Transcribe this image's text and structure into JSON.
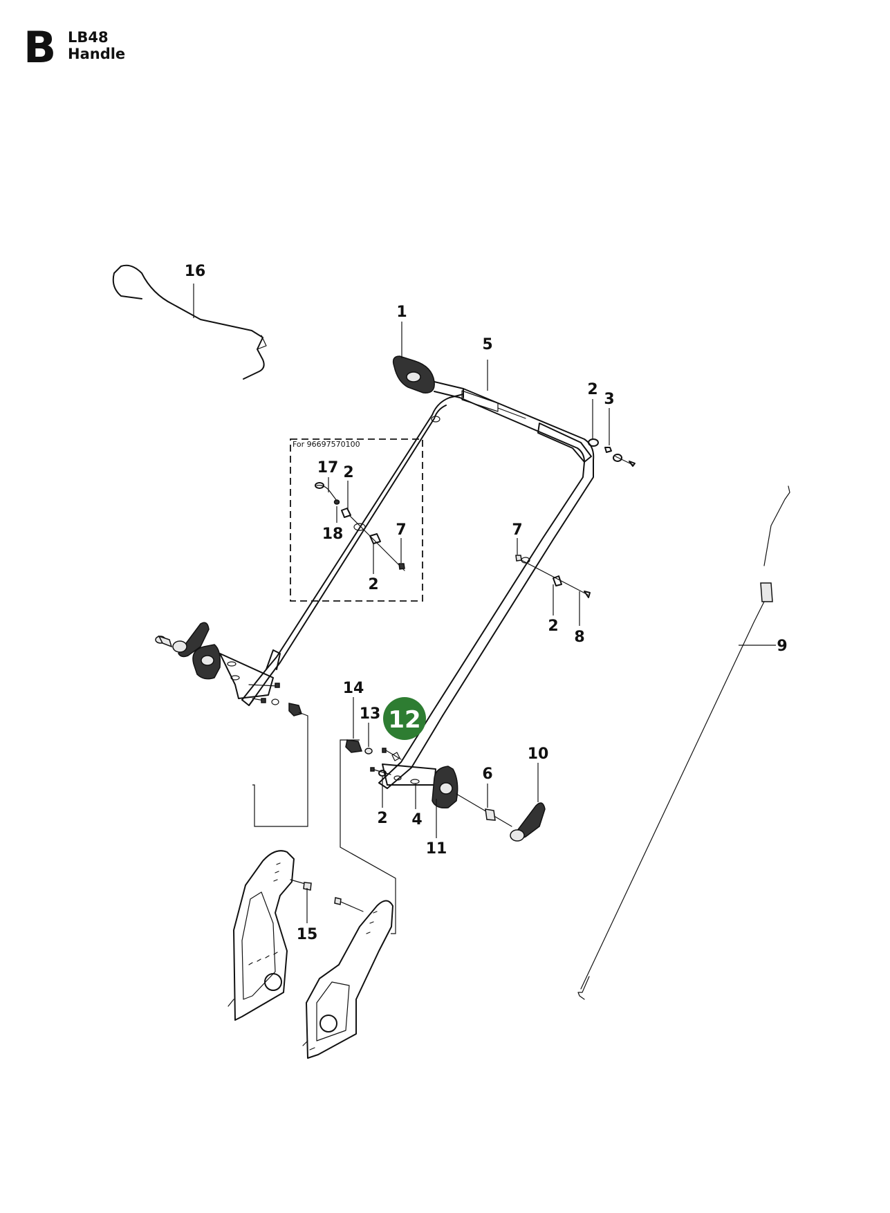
{
  "header": {
    "section_letter": "B",
    "model": "LB48",
    "title": "Handle"
  },
  "variant_note": "For 96697570100",
  "callouts": [
    {
      "id": "c1",
      "label": "1"
    },
    {
      "id": "c2a",
      "label": "2"
    },
    {
      "id": "c2b",
      "label": "2"
    },
    {
      "id": "c2c",
      "label": "2"
    },
    {
      "id": "c2d",
      "label": "2"
    },
    {
      "id": "c2e",
      "label": "2"
    },
    {
      "id": "c3",
      "label": "3"
    },
    {
      "id": "c4",
      "label": "4"
    },
    {
      "id": "c5",
      "label": "5"
    },
    {
      "id": "c6",
      "label": "6"
    },
    {
      "id": "c7a",
      "label": "7"
    },
    {
      "id": "c7b",
      "label": "7"
    },
    {
      "id": "c8",
      "label": "8"
    },
    {
      "id": "c9",
      "label": "9"
    },
    {
      "id": "c10",
      "label": "10"
    },
    {
      "id": "c11",
      "label": "11"
    },
    {
      "id": "c13",
      "label": "13"
    },
    {
      "id": "c14",
      "label": "14"
    },
    {
      "id": "c15",
      "label": "15"
    },
    {
      "id": "c16",
      "label": "16"
    },
    {
      "id": "c17",
      "label": "17"
    },
    {
      "id": "c18",
      "label": "18"
    }
  ],
  "highlighted": {
    "label": "12",
    "color": "#2e7d32"
  }
}
